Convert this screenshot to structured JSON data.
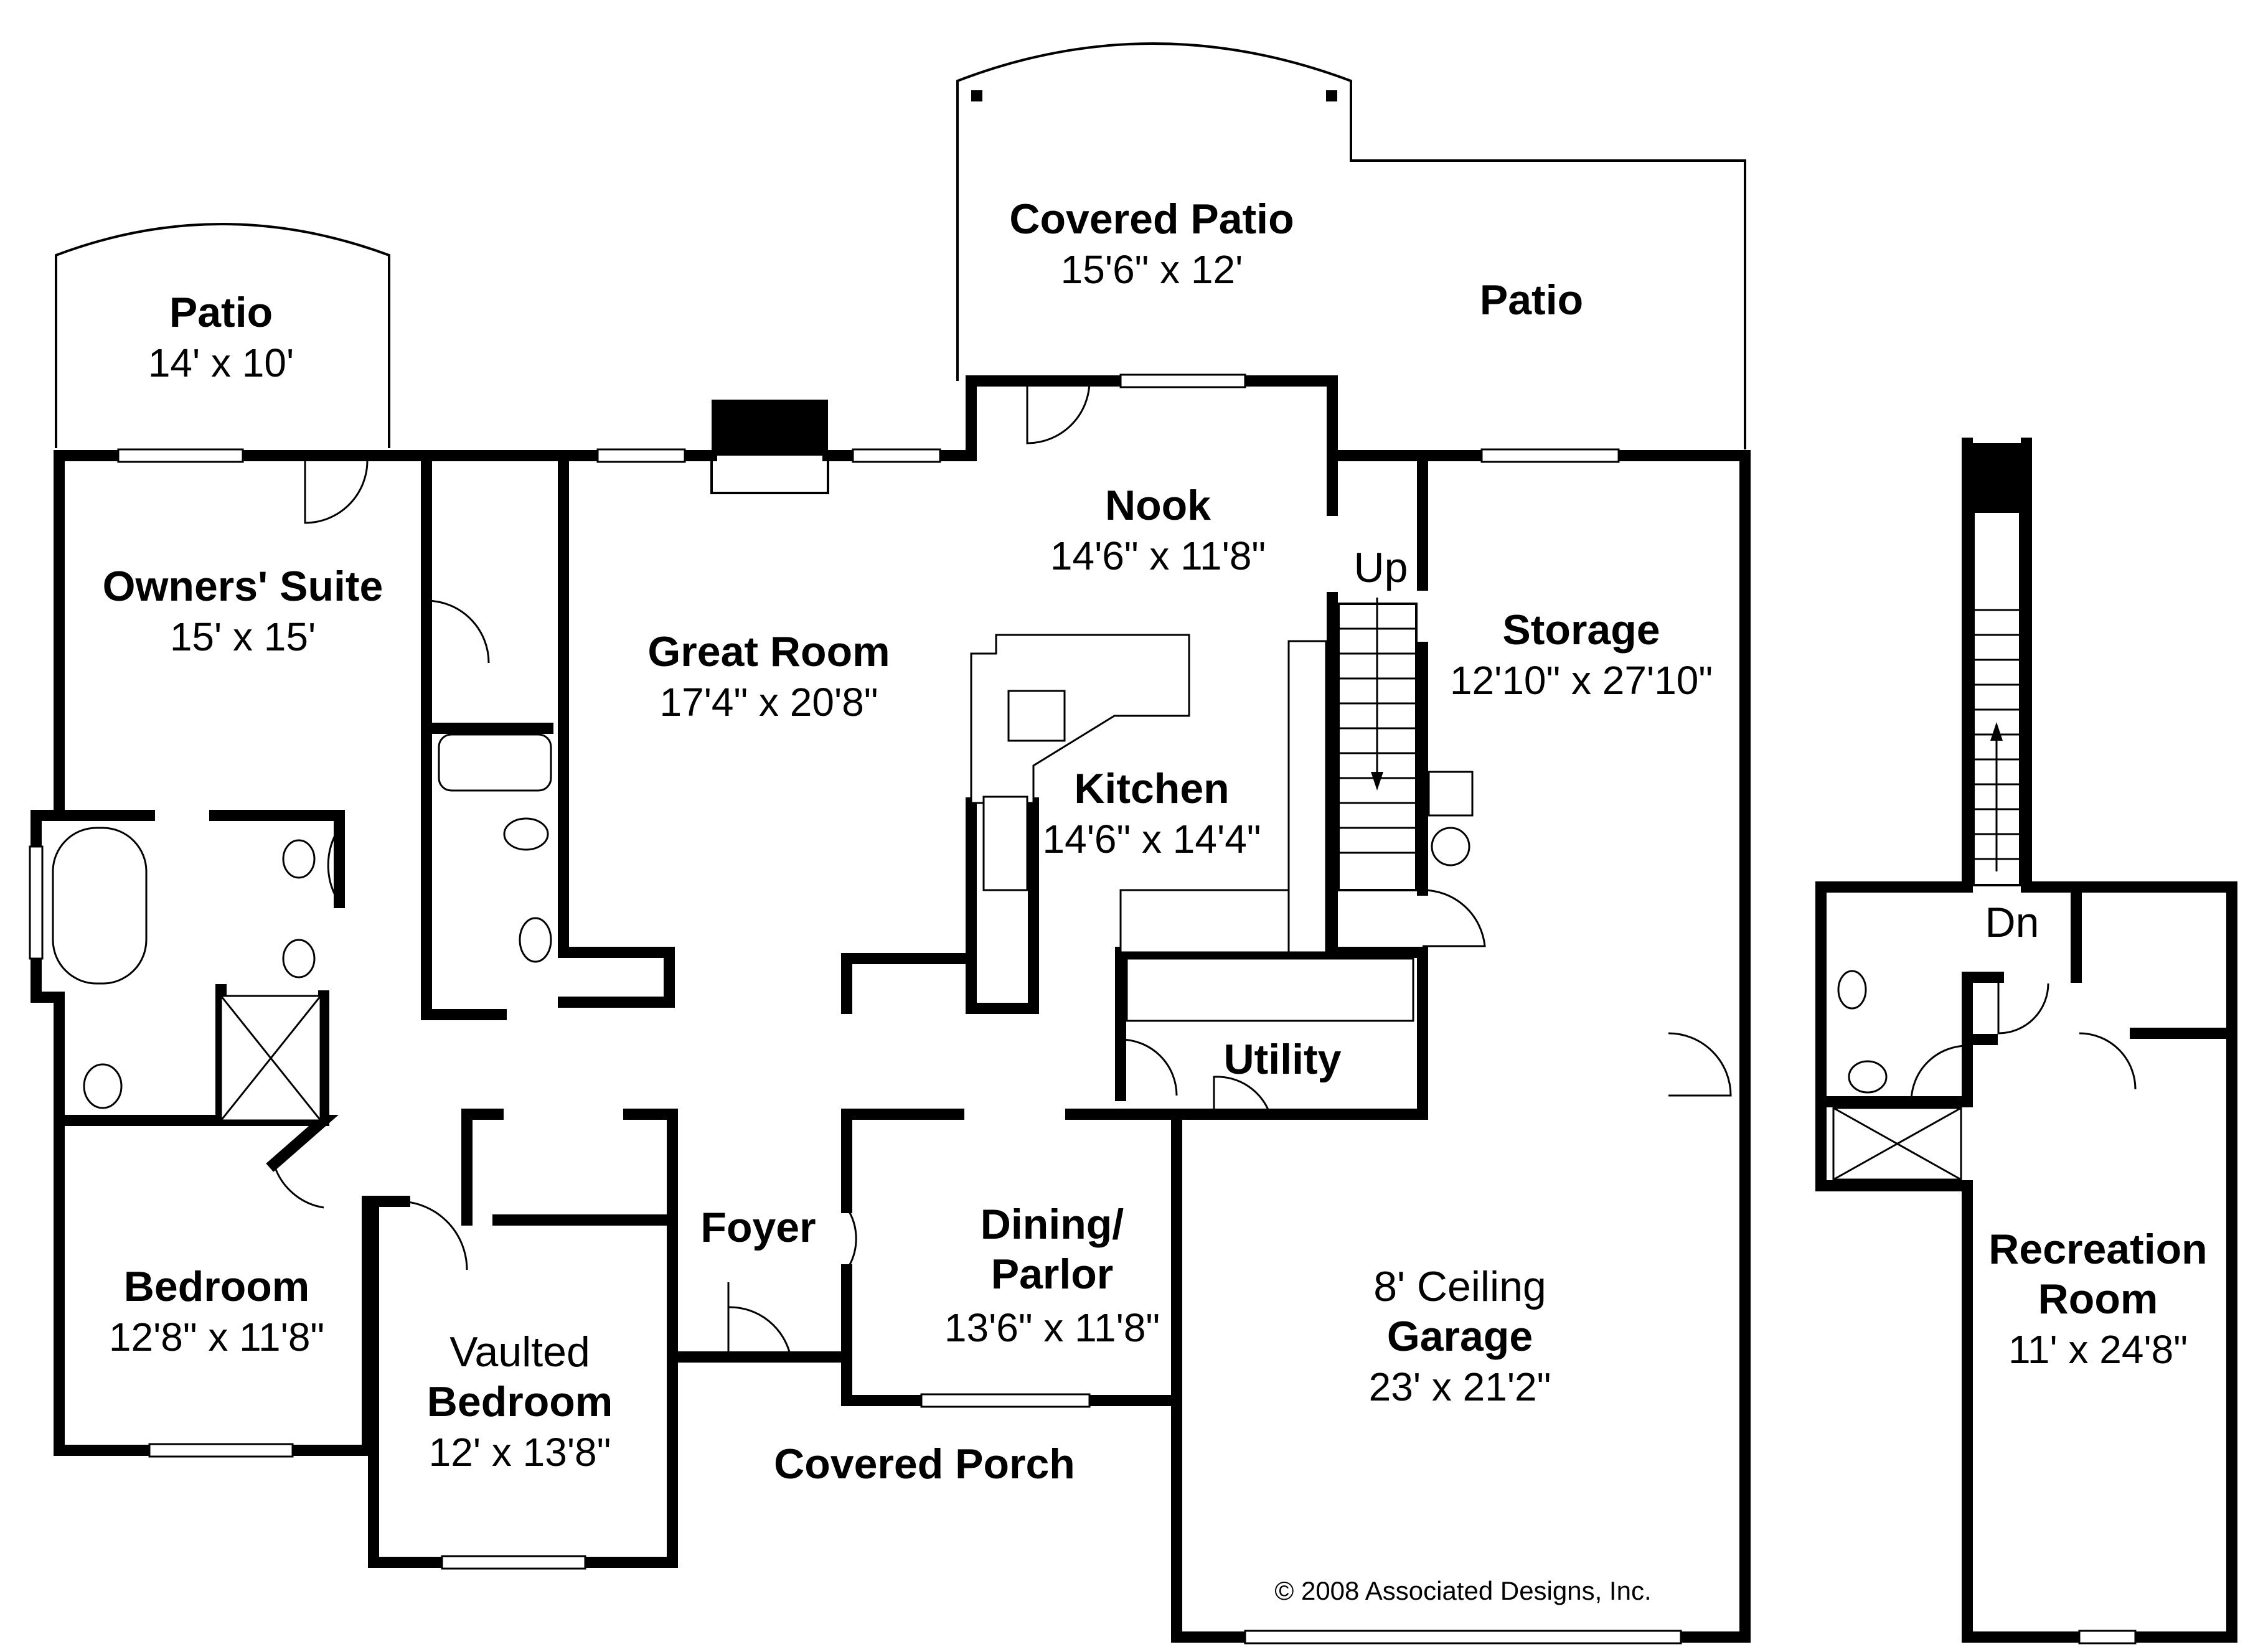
{
  "rooms": {
    "covered_patio": {
      "name": "Covered Patio",
      "dims": "15'6\" x 12'"
    },
    "patio_right": {
      "name": "Patio"
    },
    "patio_left": {
      "name": "Patio",
      "dims": "14' x 10'"
    },
    "owners_suite": {
      "name": "Owners' Suite",
      "dims": "15' x 15'"
    },
    "great_room": {
      "name": "Great Room",
      "dims": "17'4\" x 20'8\""
    },
    "nook": {
      "name": "Nook",
      "dims": "14'6\" x 11'8\""
    },
    "kitchen": {
      "name": "Kitchen",
      "dims": "14'6\" x 14'4\""
    },
    "storage": {
      "name": "Storage",
      "dims": "12'10\" x 27'10\""
    },
    "utility": {
      "name": "Utility"
    },
    "foyer": {
      "name": "Foyer"
    },
    "dining": {
      "name_line1": "Dining/",
      "name_line2": "Parlor",
      "dims": "13'6\" x 11'8\""
    },
    "bedroom": {
      "name": "Bedroom",
      "dims": "12'8\" x 11'8\""
    },
    "vaulted_bedroom": {
      "prefix": "Vaulted",
      "name": "Bedroom",
      "dims": "12' x 13'8\""
    },
    "covered_porch": {
      "name": "Covered Porch"
    },
    "garage": {
      "prefix": "8' Ceiling",
      "name": "Garage",
      "dims": "23' x 21'2\""
    },
    "recreation_room": {
      "name_line1": "Recreation",
      "name_line2": "Room",
      "dims": "11' x 24'8\""
    }
  },
  "stairs": {
    "up_label": "Up",
    "down_label": "Dn"
  },
  "copyright": "© 2008 Associated Designs, Inc."
}
